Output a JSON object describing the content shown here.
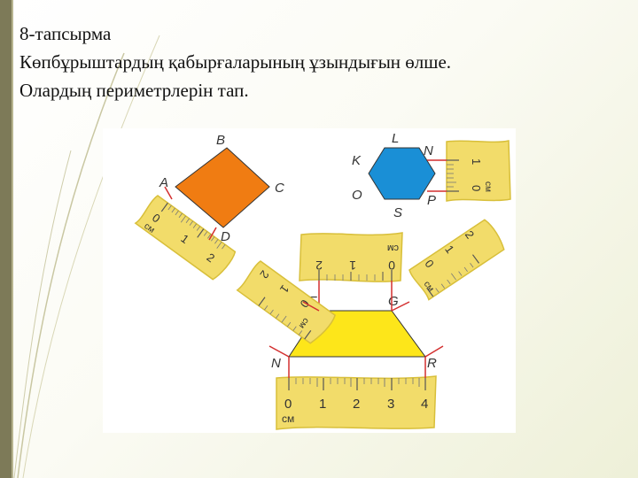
{
  "task": {
    "number": "8-тапсырма",
    "line1": "Көпбұрыштардың қабырғаларының ұзындығын өлше.",
    "line2": "Олардың периметрлерін тап."
  },
  "figure": {
    "rhombus_labels": {
      "a": "A",
      "b": "B",
      "c": "C",
      "d": "D"
    },
    "hexagon_labels": {
      "l": "L",
      "n": "N",
      "k": "K",
      "o": "O",
      "s": "S",
      "p": "P"
    },
    "trapezoid_labels": {
      "f": "F",
      "g": "G",
      "n": "N",
      "r": "R"
    },
    "unit": "см",
    "tick_numbers": {
      "zero": "0",
      "one": "1",
      "two": "2",
      "three": "3",
      "four": "4"
    },
    "colors": {
      "rhombus": "#f07c12",
      "hexagon": "#1a8fd6",
      "trapezoid": "#fde61a",
      "ruler": "#f2dc6a",
      "ruler_edge": "#d8bf3a",
      "marker": "#d32f2f"
    }
  }
}
